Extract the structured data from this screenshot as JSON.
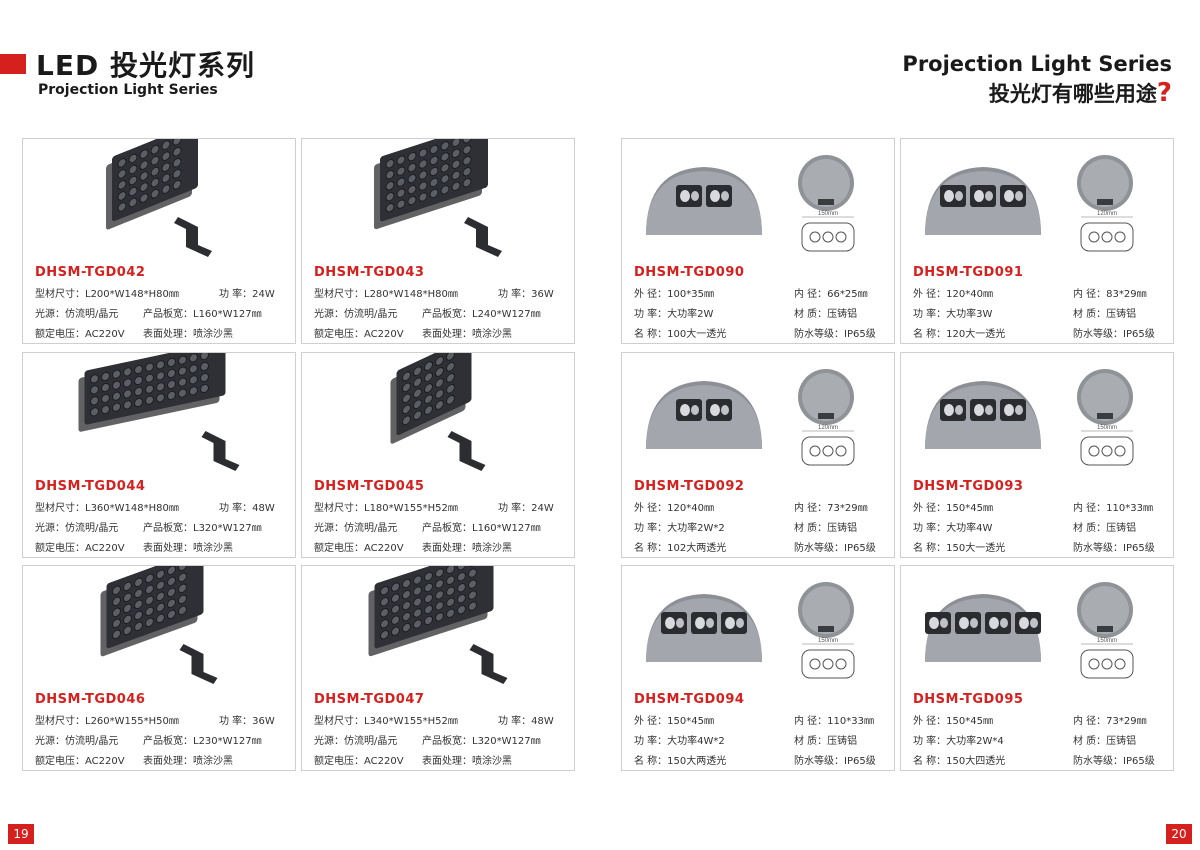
{
  "header": {
    "title_left": "LED 投光灯系列",
    "subtitle_left": "Projection Light Series",
    "title_right": "Projection Light Series",
    "subtitle_right": "投光灯有哪些用途",
    "qmark": "?"
  },
  "page_numbers": {
    "left": "19",
    "right": "20"
  },
  "colors": {
    "accent": "#d6201e",
    "fixture_dark": "#2b2d31",
    "fixture_gray": "#8a8d93"
  },
  "left_cards": [
    {
      "model": "DHSM-TGD042",
      "dims": "型材尺寸：L200*W148*H80㎜",
      "power": "功 率：24W",
      "source": "光源：仿流明/晶元",
      "board": "产品板宽：L160*W127㎜",
      "voltage": "额定电压：AC220V",
      "finish": "表面处理：喷涂沙黑"
    },
    {
      "model": "DHSM-TGD043",
      "dims": "型材尺寸：L280*W148*H80㎜",
      "power": "功 率：36W",
      "source": "光源：仿流明/晶元",
      "board": "产品板宽：L240*W127㎜",
      "voltage": "额定电压：AC220V",
      "finish": "表面处理：喷涂沙黑"
    },
    {
      "model": "DHSM-TGD044",
      "dims": "型材尺寸：L360*W148*H80㎜",
      "power": "功 率：48W",
      "source": "光源：仿流明/晶元",
      "board": "产品板宽：L320*W127㎜",
      "voltage": "额定电压：AC220V",
      "finish": "表面处理：喷涂沙黑"
    },
    {
      "model": "DHSM-TGD045",
      "dims": "型材尺寸：L180*W155*H52㎜",
      "power": "功 率：24W",
      "source": "光源：仿流明/晶元",
      "board": "产品板宽：L160*W127㎜",
      "voltage": "额定电压：AC220V",
      "finish": "表面处理：喷涂沙黑"
    },
    {
      "model": "DHSM-TGD046",
      "dims": "型材尺寸：L260*W155*H50㎜",
      "power": "功 率：36W",
      "source": "光源：仿流明/晶元",
      "board": "产品板宽：L230*W127㎜",
      "voltage": "额定电压：AC220V",
      "finish": "表面处理：喷涂沙黑"
    },
    {
      "model": "DHSM-TGD047",
      "dims": "型材尺寸：L340*W155*H52㎜",
      "power": "功 率：48W",
      "source": "光源：仿流明/晶元",
      "board": "产品板宽：L320*W127㎜",
      "voltage": "额定电压：AC220V",
      "finish": "表面处理：喷涂沙黑"
    }
  ],
  "right_cards": [
    {
      "model": "DHSM-TGD090",
      "outer": "外 径：100*35㎜",
      "inner": "内 径：66*25㎜",
      "power": "功 率：大功率2W",
      "material": "材 质：压铸铝",
      "name": "名 称：100大一透光",
      "ip": "防水等级：IP65级",
      "dim_label": "150mm"
    },
    {
      "model": "DHSM-TGD091",
      "outer": "外 径：120*40㎜",
      "inner": "内 径：83*29㎜",
      "power": "功 率：大功率3W",
      "material": "材 质：压铸铝",
      "name": "名 称：120大一透光",
      "ip": "防水等级：IP65级",
      "dim_label": "120mm"
    },
    {
      "model": "DHSM-TGD092",
      "outer": "外 径：120*40㎜",
      "inner": "内 径：73*29㎜",
      "power": "功 率：大功率2W*2",
      "material": "材 质：压铸铝",
      "name": "名 称：102大两透光",
      "ip": "防水等级：IP65级",
      "dim_label": "120mm"
    },
    {
      "model": "DHSM-TGD093",
      "outer": "外 径：150*45㎜",
      "inner": "内 径：110*33㎜",
      "power": "功 率：大功率4W",
      "material": "材 质：压铸铝",
      "name": "名 称：150大一透光",
      "ip": "防水等级：IP65级",
      "dim_label": "150mm"
    },
    {
      "model": "DHSM-TGD094",
      "outer": "外 径：150*45㎜",
      "inner": "内 径：110*33㎜",
      "power": "功 率：大功率4W*2",
      "material": "材 质：压铸铝",
      "name": "名 称：150大两透光",
      "ip": "防水等级：IP65级",
      "dim_label": "150mm"
    },
    {
      "model": "DHSM-TGD095",
      "outer": "外 径：150*45㎜",
      "inner": "内 径：73*29㎜",
      "power": "功 率：大功率2W*4",
      "material": "材 质：压铸铝",
      "name": "名 称：150大四透光",
      "ip": "防水等级：IP65级",
      "dim_label": "150mm"
    }
  ]
}
